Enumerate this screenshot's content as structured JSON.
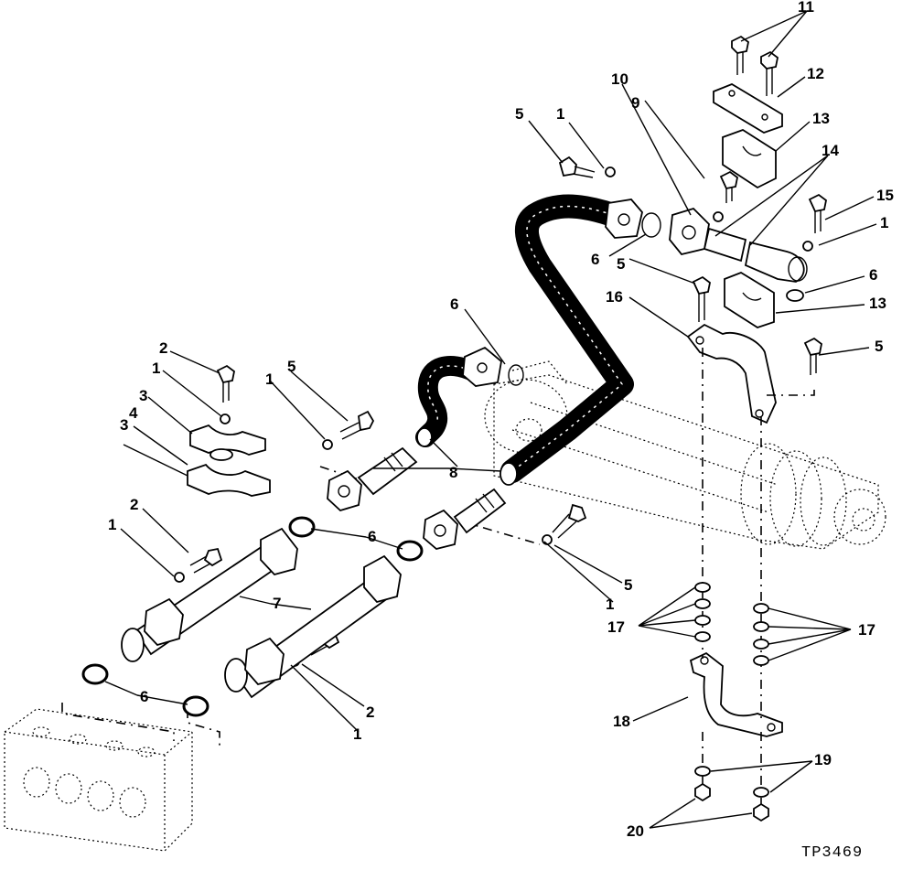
{
  "figure_code": "TP3469",
  "callouts": [
    "1",
    "2",
    "3",
    "4",
    "5",
    "6",
    "7",
    "8",
    "9",
    "10",
    "11",
    "12",
    "13",
    "14",
    "15",
    "16",
    "17",
    "18",
    "19",
    "20"
  ]
}
